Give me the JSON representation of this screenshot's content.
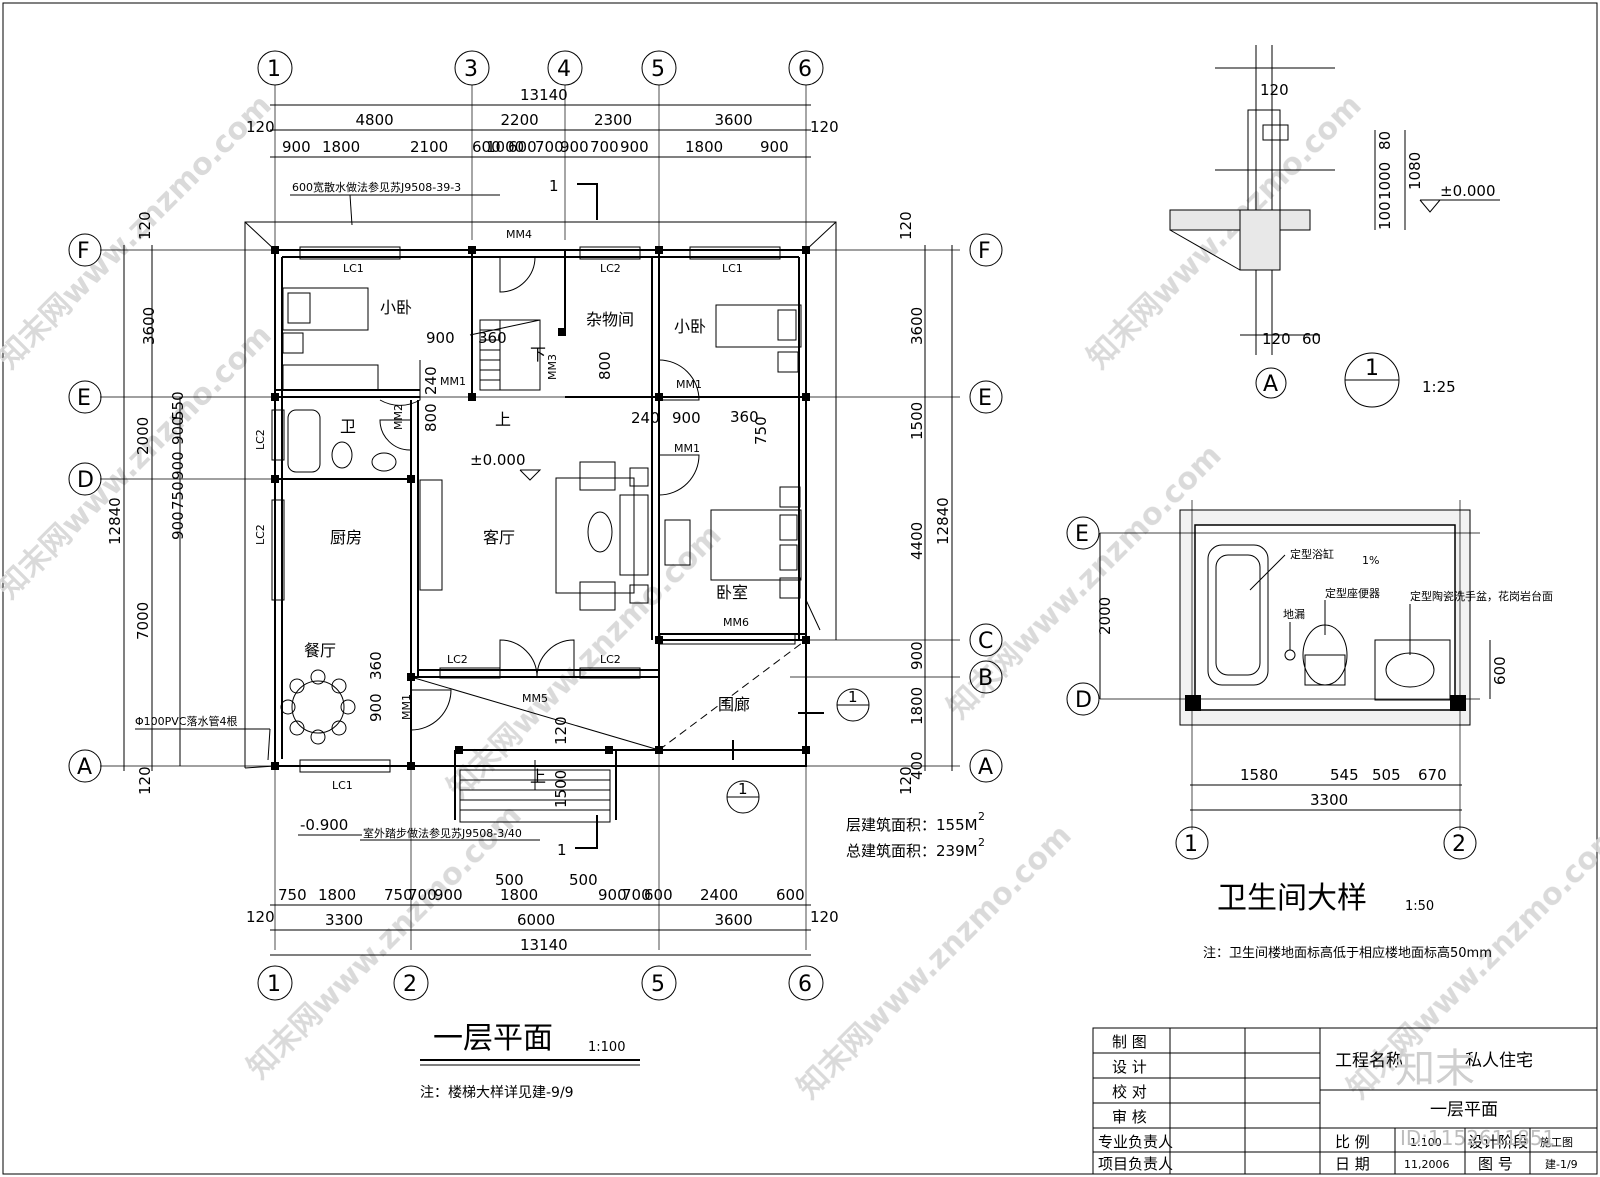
{
  "plan": {
    "title": "一层平面",
    "scale": "1:100",
    "note": "注：楼梯大样详见建-9/9",
    "floor_area": "层建筑面积：155M",
    "total_area": "总建筑面积：239M",
    "area_sup": "2",
    "axes_top": [
      "1",
      "3",
      "4",
      "5",
      "6"
    ],
    "axes_bottom": [
      "1",
      "2",
      "5",
      "6"
    ],
    "axes_rows": [
      "F",
      "E",
      "D",
      "C",
      "B",
      "A"
    ],
    "dims_top_overall": "13140",
    "dims_top_main": [
      "4800",
      "2200",
      "2300",
      "3600"
    ],
    "dims_top_detail": [
      "900",
      "1800",
      "2100",
      "600",
      "1000",
      "600",
      "700",
      "900",
      "700",
      "900",
      "1800",
      "900"
    ],
    "dims_bottom_detail": [
      "750",
      "1800",
      "750",
      "700",
      "900",
      "1800",
      "900",
      "700",
      "600",
      "2400",
      "600"
    ],
    "dims_bottom_extra": [
      "500",
      "500"
    ],
    "dims_bottom_main": [
      "3300",
      "6000",
      "3600"
    ],
    "dims_bottom_overall": "13140",
    "dims_left_overall": "12840",
    "dims_left_main": [
      "3600",
      "2000",
      "7000"
    ],
    "dims_left_detail": [
      "550",
      "900",
      "900",
      "750",
      "900"
    ],
    "dims_right_main": [
      "3600",
      "1500",
      "4400",
      "900",
      "1800",
      "400"
    ],
    "dims_right_overall": "12840",
    "edge_120": "120",
    "rooms": {
      "bedroom_small_1": "小卧",
      "storage": "杂物间",
      "bedroom_small_2": "小卧",
      "bath": "卫",
      "kitchen": "厨房",
      "living": "客厅",
      "bedroom": "卧室",
      "dining": "餐厅",
      "corridor": "围廊"
    },
    "tags": [
      "LC1",
      "MM4",
      "LC2",
      "LC1",
      "MM1",
      "MM2",
      "MM3",
      "MM1",
      "MM1",
      "LC2",
      "LC2",
      "MM6",
      "LC2",
      "LC2",
      "MM5",
      "MM1",
      "LC1"
    ],
    "level_main": "±0.000",
    "level_out": "-0.900",
    "note_apron": "600宽散水做法参见苏J9508-39-3",
    "note_step": "室外踏步做法参见苏J9508-3/40",
    "note_pipe": "Φ100PVC落水管4根",
    "stair_up": "上",
    "stair_down": "下",
    "section_mark": "1",
    "misc_dims": [
      "900",
      "240",
      "800",
      "360",
      "240",
      "900",
      "360",
      "750",
      "800",
      "360",
      "900",
      "120",
      "1500",
      "3600"
    ]
  },
  "detail1": {
    "dims": [
      "120",
      "80",
      "1000",
      "1080",
      "100",
      "120",
      "60"
    ],
    "level": "±0.000",
    "axis": "A",
    "mark": "1",
    "scale": "1:25"
  },
  "bath_detail": {
    "title": "卫生间大样",
    "scale": "1:50",
    "labels": [
      "定型浴缸",
      "1%",
      "定型座便器",
      "定型陶瓷洗手盆，花岗岩台面",
      "地漏"
    ],
    "dims_bottom": [
      "1580",
      "545",
      "505",
      "670"
    ],
    "dims_total": "3300",
    "dims_left": "2000",
    "dims_right": "600",
    "axes_rows": [
      "E",
      "D"
    ],
    "axes_cols": [
      "1",
      "2"
    ],
    "note": "注：卫生间楼地面标高低于相应楼地面标高50mm"
  },
  "title_block": {
    "roles": [
      "制 图",
      "设 计",
      "校 对",
      "审 核",
      "专业负责人",
      "项目负责人"
    ],
    "project_label": "工程名称",
    "project_name": "私人住宅",
    "drawing_name": "一层平面",
    "scale_label": "比 例",
    "scale_value": "1:100",
    "stage_label": "设计阶段",
    "stage_value": "施工图",
    "date_label": "日 期",
    "date_value": "11,2006",
    "dwg_label": "图 号",
    "dwg_value": "建-1/9"
  },
  "watermark": {
    "text": "知末网www.znzmo.com",
    "logo": "知末",
    "id": "ID:1152611851"
  }
}
